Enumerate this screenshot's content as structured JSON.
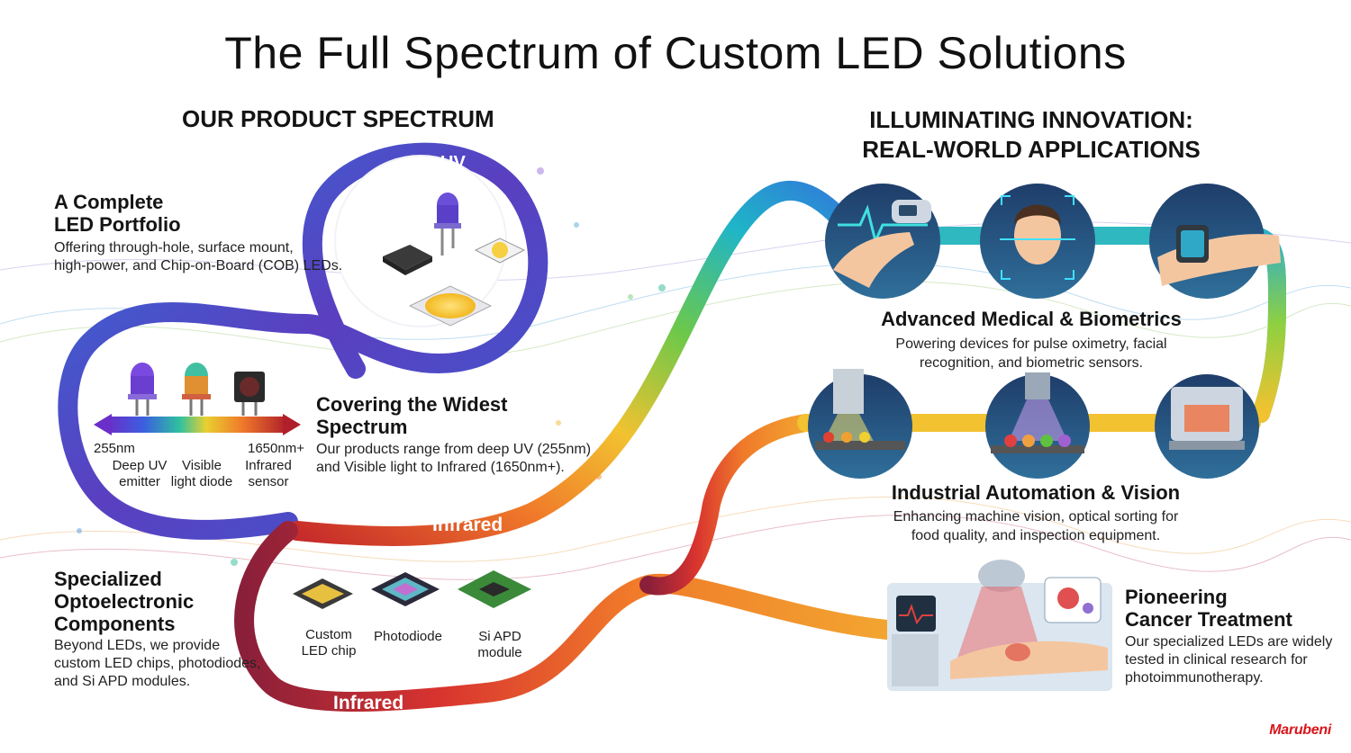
{
  "title": "The Full Spectrum of Custom LED Solutions",
  "left": {
    "heading": "OUR PRODUCT SPECTRUM",
    "portfolio": {
      "title_lines": [
        "A Complete",
        "LED Portfolio"
      ],
      "text_lines": [
        "Offering through-hole, surface mount,",
        "high-power, and Chip-on-Board (COB) LEDs."
      ]
    },
    "uv_label": "UV",
    "scale": {
      "min": "255nm",
      "max": "1650nm+",
      "items": [
        {
          "lines": [
            "Deep UV",
            "emitter"
          ]
        },
        {
          "lines": [
            "Visible",
            "light diode"
          ]
        },
        {
          "lines": [
            "Infrared",
            "sensor"
          ]
        }
      ]
    },
    "widest": {
      "title_lines": [
        "Covering the Widest",
        "Spectrum"
      ],
      "text_lines": [
        "Our products range from deep UV (255nm)",
        "and Visible light to Infrared (1650nm+)."
      ]
    },
    "infrared_label_1": "Infrared",
    "infrared_label_2": "Infrared",
    "components": {
      "title_lines": [
        "Specialized",
        "Optoelectronic",
        "Components"
      ],
      "text_lines": [
        "Beyond LEDs, we provide",
        "custom LED chips, photodiodes,",
        "and Si APD modules."
      ]
    },
    "chips": [
      {
        "lines": [
          "Custom",
          "LED chip"
        ]
      },
      {
        "lines": [
          "Photodiode"
        ]
      },
      {
        "lines": [
          "Si APD",
          "module"
        ]
      }
    ]
  },
  "right": {
    "heading_lines": [
      "ILLUMINATING INNOVATION:",
      "REAL-WORLD APPLICATIONS"
    ],
    "medical": {
      "title": "Advanced Medical & Biometrics",
      "text_lines": [
        "Powering devices for pulse oximetry, facial",
        "recognition, and biometric sensors."
      ]
    },
    "industrial": {
      "title": "Industrial Automation & Vision",
      "text_lines": [
        "Enhancing machine vision, optical sorting for",
        "food quality, and inspection equipment."
      ]
    },
    "cancer": {
      "title_lines": [
        "Pioneering",
        "Cancer Treatment"
      ],
      "text_lines": [
        "Our specialized LEDs are widely",
        "tested in clinical research for",
        "photoimmunotherapy."
      ]
    }
  },
  "brand": "Marubeni",
  "colors": {
    "uv_purple": "#6a3fb8",
    "blue": "#2f5fd0",
    "teal": "#1fb5a8",
    "yellow": "#f2c230",
    "orange": "#f07a2a",
    "red": "#d8332f",
    "maroon": "#8a1f3a",
    "brand_red": "#d9141b"
  }
}
